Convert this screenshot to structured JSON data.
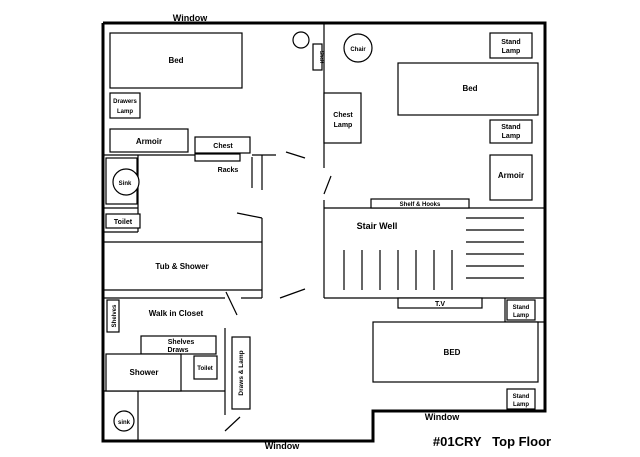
{
  "labels": {
    "window_top": "Window",
    "window_bottom": "Window",
    "window_bottom_right": "Window",
    "bed_top_left": "Bed",
    "shelf_small": "Shelf",
    "chair": "Chair",
    "stand_lamp_1": "Stand Lamp",
    "bed_top_right": "Bed",
    "drawers_lamp": "Drawers Lamp",
    "armoir_left": "Armoir",
    "chest_left": "Chest",
    "racks": "Racks",
    "chest_lamp": "Chest Lamp",
    "stand_lamp_2": "Stand Lamp",
    "armoir_right": "Armoir",
    "sink_top": "Sink",
    "shelf_hooks": "Shelf & Hooks",
    "toilet_top": "Toilet",
    "stair_well": "Stair Well",
    "tub_shower": "Tub & Shower",
    "tv": "T.V",
    "stand_lamp_3": "Stand Lamp",
    "shelves_vertical": "Shelves",
    "walk_in_closet": "Walk in Closet",
    "shelves_draws": "Shelves Draws",
    "draws_lamp": "Draws & Lamp",
    "bed_bottom_right": "BED",
    "shower": "Shower",
    "toilet_bottom": "Toilet",
    "sink_bottom": "sink",
    "stand_lamp_4": "Stand Lamp",
    "caption": "#01CRY   Top Floor"
  }
}
